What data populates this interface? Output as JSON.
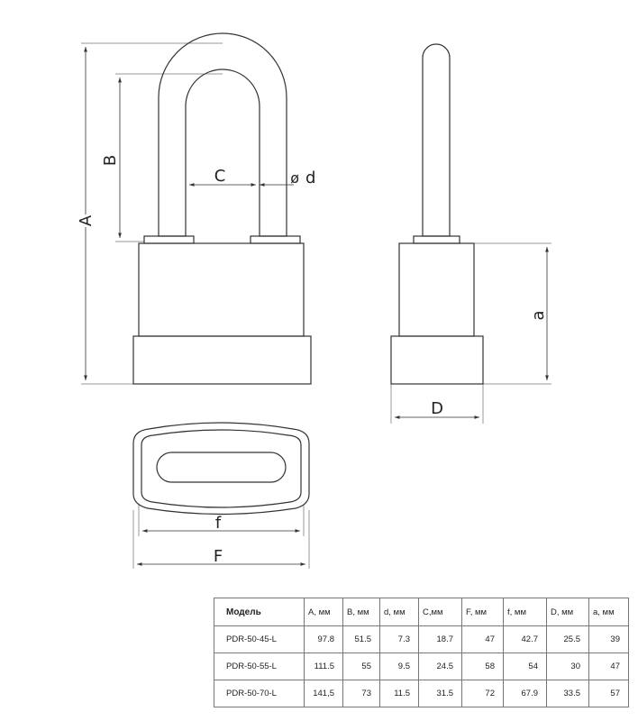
{
  "diagram": {
    "labels": {
      "A": "A",
      "B": "B",
      "C": "C",
      "d": "d",
      "a": "a",
      "D": "D",
      "f": "f",
      "F": "F"
    },
    "diameter_symbol": "ø"
  },
  "table": {
    "headers": [
      "Модель",
      "A, мм",
      "B, мм",
      "d, мм",
      "C,мм",
      "F, мм",
      "f, мм",
      "D, мм",
      "a, мм"
    ],
    "rows": [
      [
        "PDR-50-45-L",
        "97.8",
        "51.5",
        "7.3",
        "18.7",
        "47",
        "42.7",
        "25.5",
        "39"
      ],
      [
        "PDR-50-55-L",
        "111.5",
        "55",
        "9.5",
        "24.5",
        "58",
        "54",
        "30",
        "47"
      ],
      [
        "PDR-50-70-L",
        "141,5",
        "73",
        "11.5",
        "31.5",
        "72",
        "67.9",
        "33.5",
        "57"
      ]
    ]
  }
}
